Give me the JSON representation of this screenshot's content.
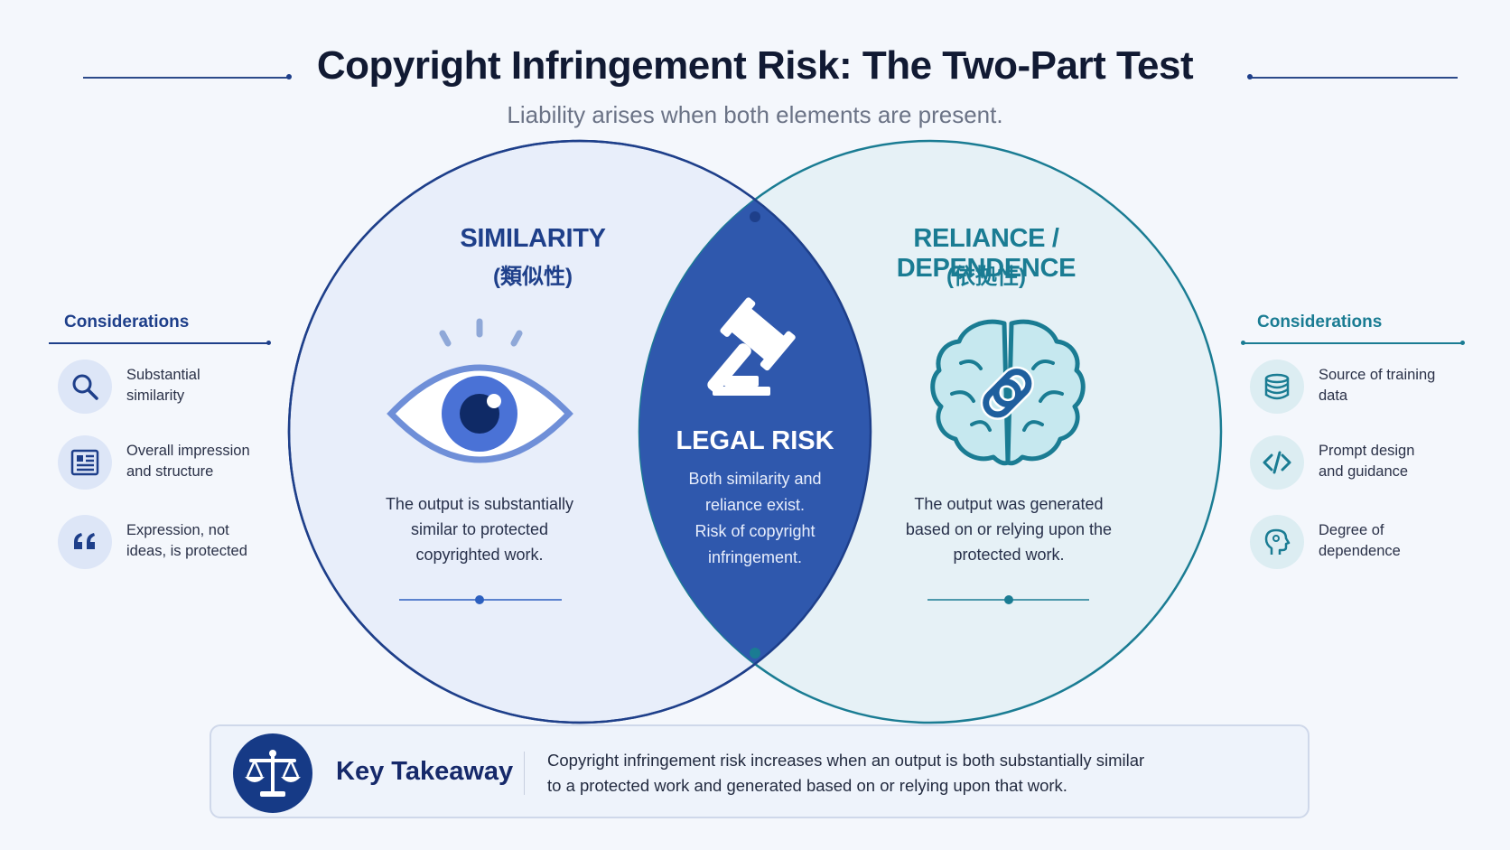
{
  "header": {
    "title": "Copyright Infringement Risk: The Two-Part Test",
    "subtitle": "Liability arises when both elements are present."
  },
  "colors": {
    "navy": "#1e3f8a",
    "teal": "#1a7c93",
    "center_fill": "#2f58ad",
    "left_fill": "#e7eefa",
    "right_fill": "#e5f0f5"
  },
  "similarity": {
    "title": "SIMILARITY",
    "subtitle": "(類似性)",
    "icon": "eye-icon",
    "description_lines": [
      "The output is substantially",
      "similar to protected",
      "copyrighted work."
    ]
  },
  "reliance": {
    "title": "RELIANCE / DEPENDENCE",
    "subtitle": "(依拠性)",
    "icon": "brain-chain-icon",
    "description_lines": [
      "The output was generated",
      "based on or relying upon the",
      "protected work."
    ]
  },
  "legal_risk": {
    "title": "LEGAL RISK",
    "icon": "gavel-icon",
    "description_lines": [
      "Both similarity and",
      "reliance exist.",
      "Risk of copyright",
      "infringement."
    ]
  },
  "left_considerations": {
    "heading": "Considerations",
    "items": [
      {
        "icon": "search-icon",
        "lines": [
          "Substantial",
          "similarity"
        ]
      },
      {
        "icon": "document-layout-icon",
        "lines": [
          "Overall impression",
          "and structure"
        ]
      },
      {
        "icon": "quote-icon",
        "lines": [
          "Expression, not",
          "ideas, is protected"
        ]
      }
    ]
  },
  "right_considerations": {
    "heading": "Considerations",
    "items": [
      {
        "icon": "database-icon",
        "lines": [
          "Source of training",
          "data"
        ]
      },
      {
        "icon": "code-icon",
        "lines": [
          "Prompt design",
          "and guidance"
        ]
      },
      {
        "icon": "head-profile-icon",
        "lines": [
          "Degree of",
          "dependence"
        ]
      }
    ]
  },
  "takeaway": {
    "icon": "scales-icon",
    "label": "Key Takeaway",
    "lines": [
      "Copyright infringement risk increases when an output is both substantially similar",
      "to a protected work and generated based on or relying upon that work."
    ]
  }
}
